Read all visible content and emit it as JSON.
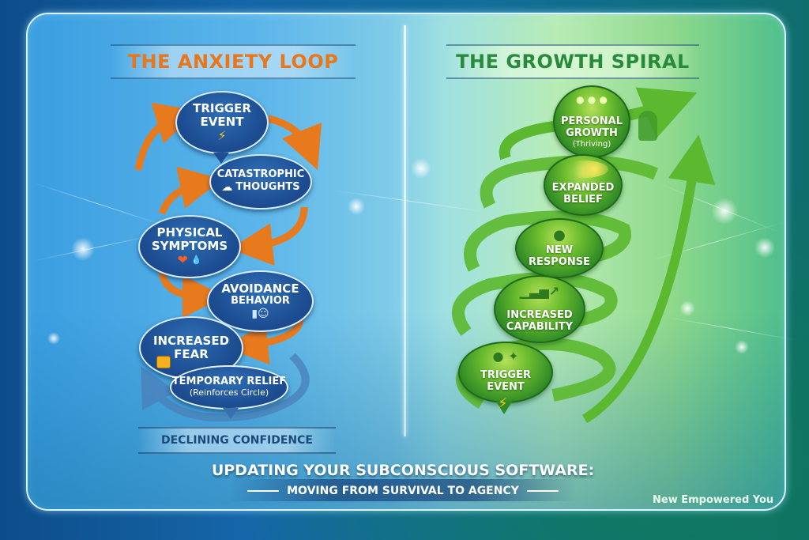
{
  "left_panel": {
    "title": "THE ANXIETY LOOP",
    "title_color": "#e8761a",
    "nodes": [
      {
        "label": "TRIGGER",
        "label2": "EVENT",
        "icon": "lightning-icon"
      },
      {
        "label": "CATASTROPHIC",
        "label2": "THOUGHTS",
        "icon": "thought-cloud-icon"
      },
      {
        "label": "PHYSICAL",
        "label2": "SYMPTOMS",
        "icon": "heart-icon"
      },
      {
        "label": "AVOIDANCE",
        "label2": "BEHAVIOR",
        "icon": "person-door-icon"
      },
      {
        "label": "INCREASED",
        "label2": "FEAR",
        "icon": "lock-icon"
      },
      {
        "label": "TEMPORARY RELIEF",
        "sublabel": "(Reinforces Circle)"
      }
    ],
    "footer": "DECLINING CONFIDENCE",
    "arrow_color": "#e87a1e",
    "bubble_color": "#1e4f94"
  },
  "right_panel": {
    "title": "THE GROWTH SPIRAL",
    "title_color": "#2a8a3c",
    "nodes": [
      {
        "label": "PERSONAL",
        "label2": "GROWTH",
        "sublabel": "(Thriving)",
        "icon": "sparkles-icon"
      },
      {
        "label": "EXPANDED",
        "label2": "BELIEF",
        "icon": "head-sun-icon"
      },
      {
        "label": "NEW RESPONSE",
        "icon": "person-landscape-icon"
      },
      {
        "label": "INCREASED",
        "label2": "CAPABILITY",
        "icon": "rising-chart-icon"
      },
      {
        "label": "TRIGGER EVENT",
        "icon": "lightning-icon"
      }
    ],
    "spiral_color": "#5cb82e"
  },
  "footer": {
    "title": "UPDATING YOUR SUBCONSCIOUS SOFTWARE:",
    "subtitle": "MOVING FROM SURVIVAL TO AGENCY"
  },
  "brand": "New Empowered You"
}
